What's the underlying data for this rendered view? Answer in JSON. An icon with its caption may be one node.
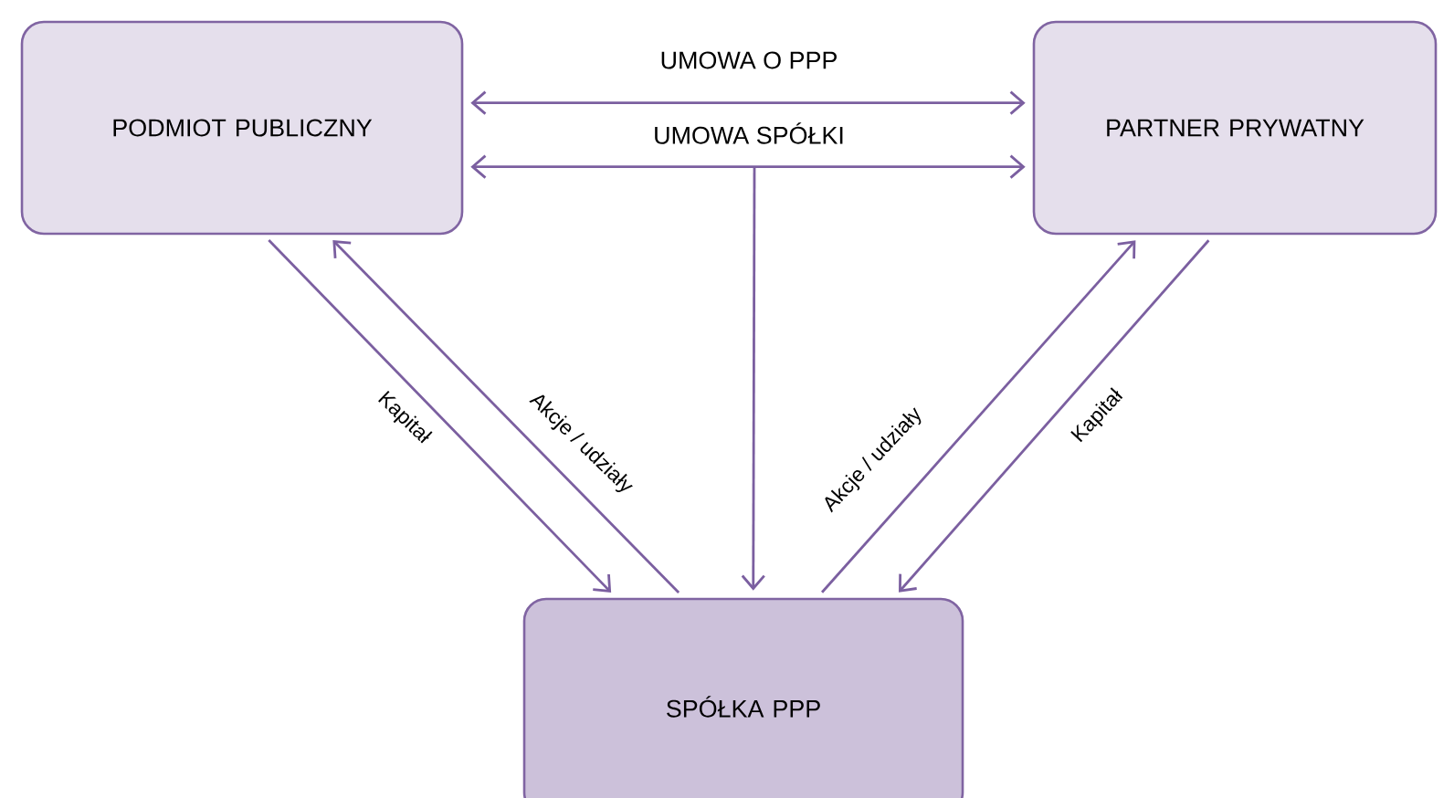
{
  "diagram": {
    "nodes": [
      {
        "text": [
          "PODMIOT PUBLICZNY"
        ]
      },
      {
        "text": [
          "PARTNER PRYWATNY"
        ]
      },
      {
        "text": [
          "SPÓŁKA PPP"
        ]
      }
    ],
    "edges": [
      {
        "from": 0,
        "to": 1,
        "arrow": "both",
        "label": "UMOWA O PPP"
      },
      {
        "from": 0,
        "to": 1,
        "arrow": "both",
        "label": "UMOWA SPÓŁKI"
      },
      {
        "from": null,
        "to": 2,
        "arrow": "to"
      },
      {
        "from": 0,
        "to": 2,
        "arrow": "to",
        "label": "Kapitał"
      },
      {
        "from": 2,
        "to": 0,
        "arrow": "to",
        "label": "Akcje / udziały"
      },
      {
        "from": 2,
        "to": 1,
        "arrow": "to",
        "label": "Akcje / udziały"
      },
      {
        "from": 1,
        "to": 2,
        "arrow": "to",
        "label": "Kapitał"
      }
    ]
  }
}
